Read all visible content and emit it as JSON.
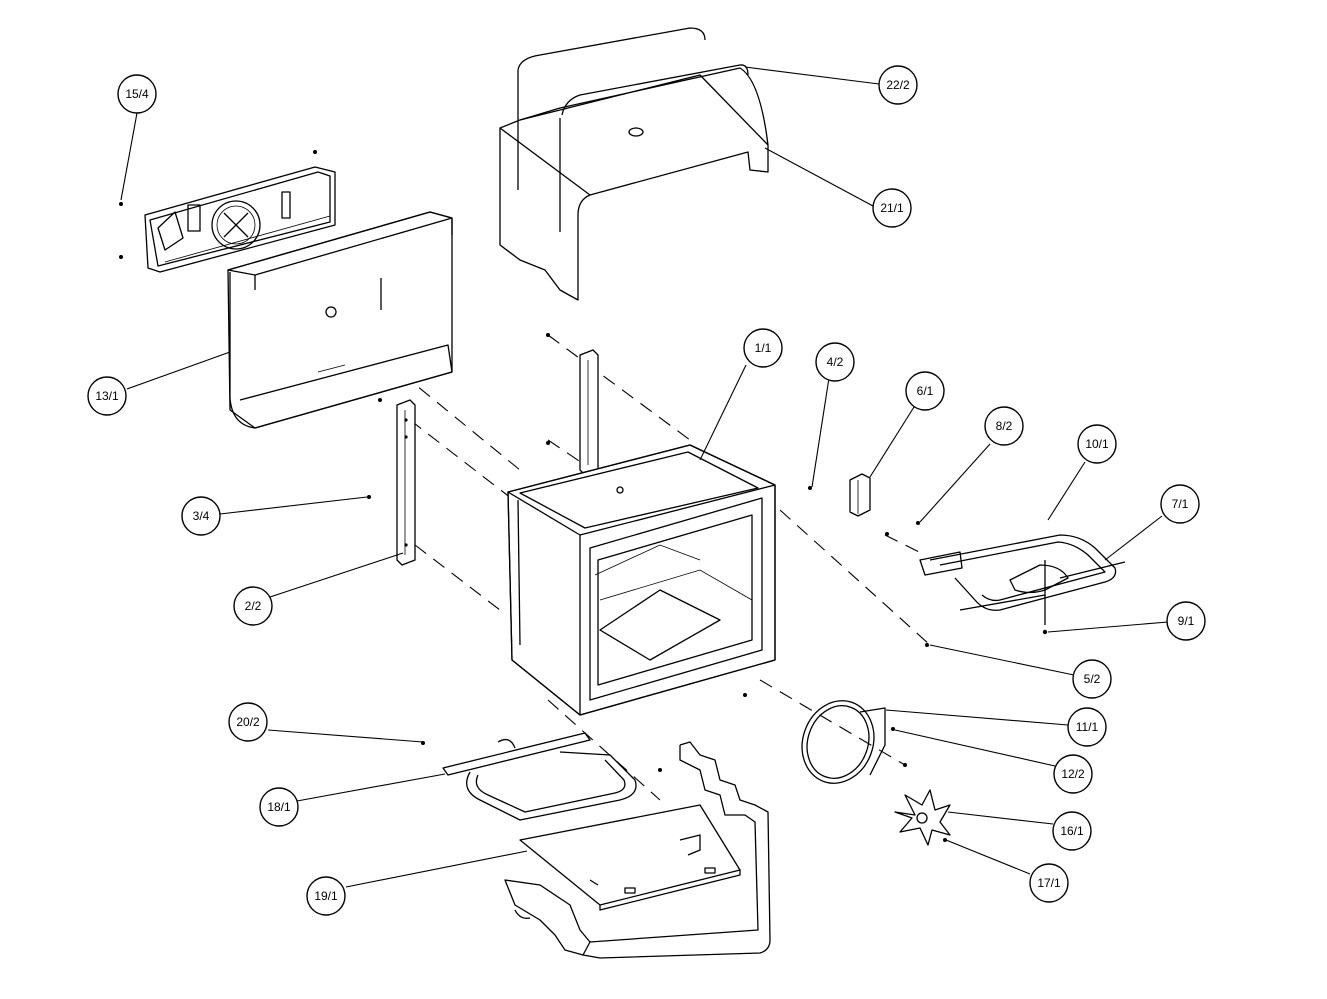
{
  "callouts": [
    {
      "id": "15-4",
      "label": "15/4"
    },
    {
      "id": "22-2",
      "label": "22/2"
    },
    {
      "id": "21-1",
      "label": "21/1"
    },
    {
      "id": "13-1",
      "label": "13/1"
    },
    {
      "id": "1-1",
      "label": "1/1"
    },
    {
      "id": "4-2",
      "label": "4/2"
    },
    {
      "id": "6-1",
      "label": "6/1"
    },
    {
      "id": "8-2",
      "label": "8/2"
    },
    {
      "id": "10-1",
      "label": "10/1"
    },
    {
      "id": "7-1",
      "label": "7/1"
    },
    {
      "id": "3-4",
      "label": "3/4"
    },
    {
      "id": "2-2",
      "label": "2/2"
    },
    {
      "id": "9-1",
      "label": "9/1"
    },
    {
      "id": "5-2",
      "label": "5/2"
    },
    {
      "id": "20-2",
      "label": "20/2"
    },
    {
      "id": "11-1",
      "label": "11/1"
    },
    {
      "id": "12-2",
      "label": "12/2"
    },
    {
      "id": "18-1",
      "label": "18/1"
    },
    {
      "id": "16-1",
      "label": "16/1"
    },
    {
      "id": "17-1",
      "label": "17/1"
    },
    {
      "id": "19-1",
      "label": "19/1"
    }
  ]
}
